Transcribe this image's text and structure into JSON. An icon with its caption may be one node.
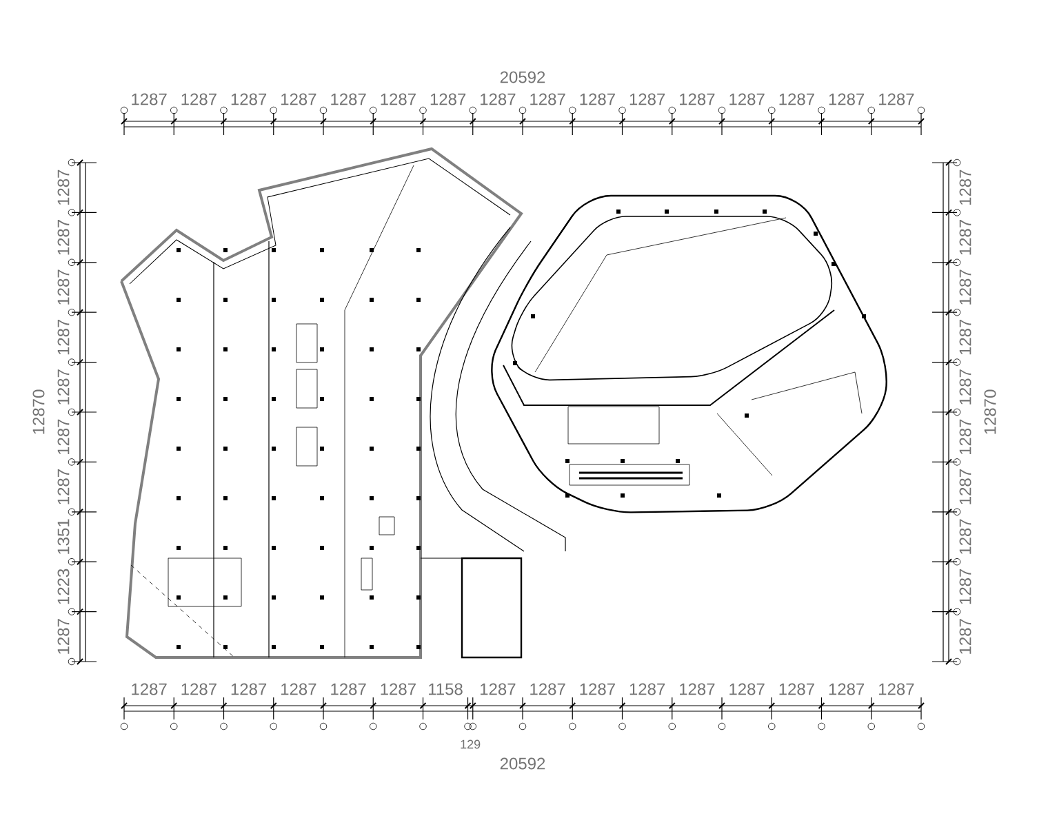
{
  "diagram": {
    "labels": [
      "1287",
      "1287",
      "1287",
      "1287",
      "1287",
      "1287",
      "1287",
      "1287",
      "1287",
      "1287",
      "1287",
      "1287",
      "1287",
      "1287",
      "1287",
      "1287",
      "20592",
      "1287",
      "1287",
      "1287",
      "1287",
      "1287",
      "1287",
      "1287",
      "1351",
      "1223",
      "1287",
      "12870",
      "1287",
      "1287",
      "1287",
      "1287",
      "1287",
      "1287",
      "1287",
      "1287",
      "1287",
      "1287",
      "12870",
      "1287",
      "1287",
      "1287",
      "1287",
      "1287",
      "1287",
      "1158",
      "129",
      "1287",
      "1287",
      "1287",
      "1287",
      "1287",
      "1287",
      "1287",
      "1287",
      "1287",
      "20592"
    ]
  }
}
